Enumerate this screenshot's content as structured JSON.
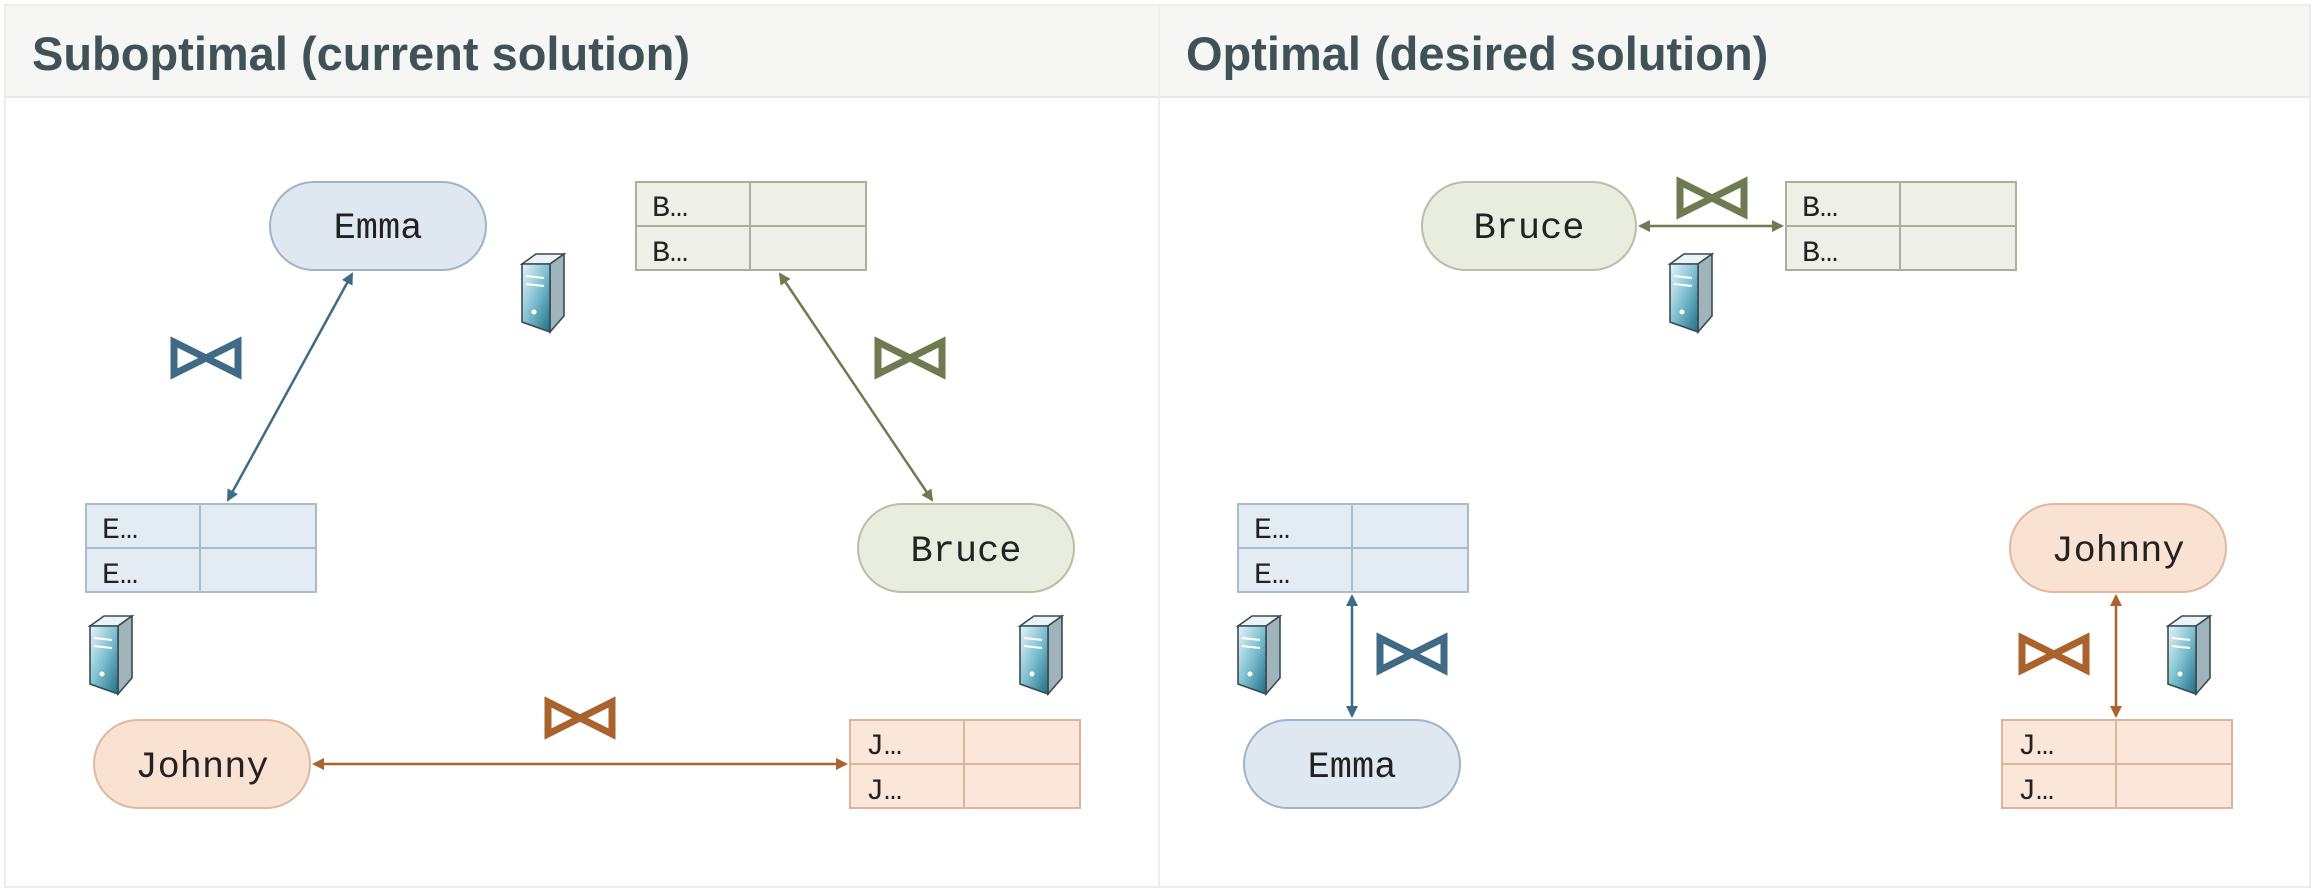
{
  "panels": {
    "left": {
      "title": "Suboptimal (current solution)"
    },
    "right": {
      "title": "Optimal (desired solution)"
    }
  },
  "nodes": {
    "emma": "Emma",
    "bruce": "Bruce",
    "johnny": "Johnny"
  },
  "tables": {
    "emma": [
      "E…",
      "E…"
    ],
    "bruce": [
      "B…",
      "B…"
    ],
    "johnny": [
      "J…",
      "J…"
    ]
  },
  "icons": {
    "server": "server-icon",
    "join": "bowtie-join-icon"
  },
  "colors": {
    "emma_fill": "#dfe8f1",
    "emma_stroke": "#3f6b86",
    "bruce_fill": "#e9eddf",
    "bruce_stroke": "#6e7a4f",
    "johnny_fill": "#fae2d3",
    "johnny_stroke": "#a8642c",
    "title_text": "#3f5258"
  }
}
